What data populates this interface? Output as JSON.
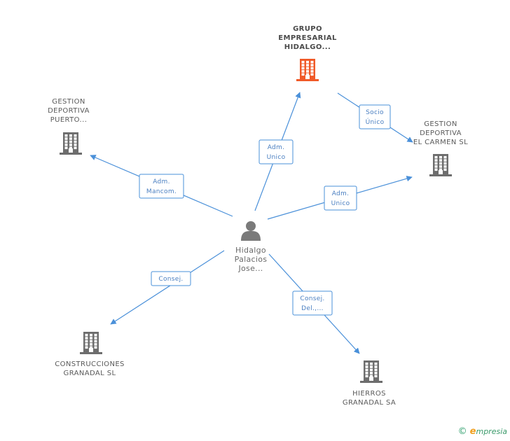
{
  "person": {
    "label_lines": [
      "Hidalgo",
      "Palacios",
      "Jose..."
    ]
  },
  "companies": [
    {
      "id": "grupo",
      "label_lines": [
        "GRUPO",
        "EMPRESARIAL",
        "HIDALGO..."
      ],
      "color": "#f05a28",
      "highlighted": true
    },
    {
      "id": "puerto",
      "label_lines": [
        "GESTION",
        "DEPORTIVA",
        "PUERTO..."
      ],
      "color": "#6d6d6d",
      "highlighted": false
    },
    {
      "id": "carmen",
      "label_lines": [
        "GESTION",
        "DEPORTIVA",
        "EL CARMEN SL"
      ],
      "color": "#6d6d6d",
      "highlighted": false
    },
    {
      "id": "construcciones",
      "label_lines": [
        "CONSTRUCCIONES",
        "GRANADAL SL"
      ],
      "color": "#6d6d6d",
      "highlighted": false
    },
    {
      "id": "hierros",
      "label_lines": [
        "HIERROS",
        "GRANADAL SA"
      ],
      "color": "#6d6d6d",
      "highlighted": false
    }
  ],
  "edges": [
    {
      "from": "person",
      "to": "grupo",
      "label_lines": [
        "Adm.",
        "Unico"
      ]
    },
    {
      "from": "person",
      "to": "puerto",
      "label_lines": [
        "Adm.",
        "Mancom."
      ]
    },
    {
      "from": "person",
      "to": "carmen",
      "label_lines": [
        "Adm.",
        "Unico"
      ]
    },
    {
      "from": "person",
      "to": "construcciones",
      "label_lines": [
        "Consej."
      ]
    },
    {
      "from": "person",
      "to": "hierros",
      "label_lines": [
        "Consej.",
        "Del.,..."
      ]
    },
    {
      "from": "grupo",
      "to": "carmen",
      "label_lines": [
        "Socio",
        "Único"
      ]
    }
  ],
  "footer": {
    "copyright_symbol": "©",
    "brand_initial": "e",
    "brand_rest": "mpresia"
  },
  "colors": {
    "edge": "#4a90d9",
    "company_default": "#6d6d6d",
    "company_focus": "#f05a28",
    "person": "#7a7a7a"
  }
}
